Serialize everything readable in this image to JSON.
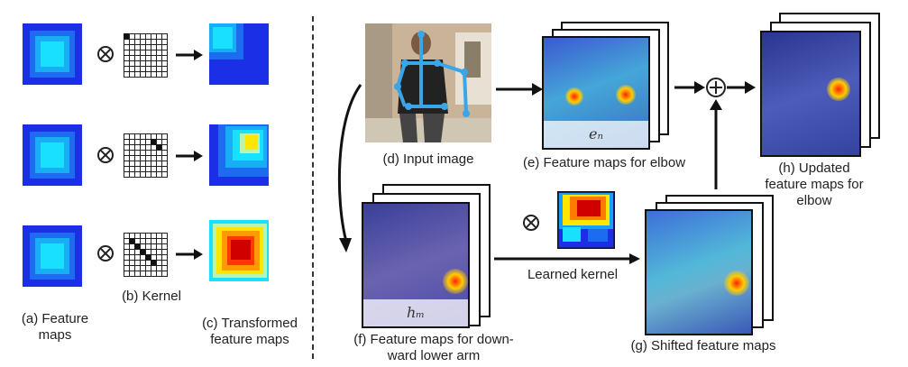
{
  "left_panel": {
    "caption_a": [
      "(a) Feature",
      "maps"
    ],
    "caption_b": "(b) Kernel",
    "caption_c": [
      "(c) Transformed",
      "feature maps"
    ]
  },
  "right_panel": {
    "caption_d": "(d) Input image",
    "caption_e": "(e) Feature maps for elbow",
    "caption_f": [
      "(f) Feature maps for down-",
      "ward lower arm"
    ],
    "caption_g": "(g) Shifted  feature maps",
    "caption_h": [
      "(h) Updated",
      "feature maps for",
      "elbow"
    ],
    "learned_kernel_label": "Learned kernel",
    "math_en": "eₙ",
    "math_hm": "hₘ"
  },
  "colors": {
    "heatmap_dark": "#1a2fe6",
    "heatmap_cyan": "#19e0ff",
    "heatmap_red": "#d00000",
    "heatmap_yellow": "#ffe600"
  }
}
